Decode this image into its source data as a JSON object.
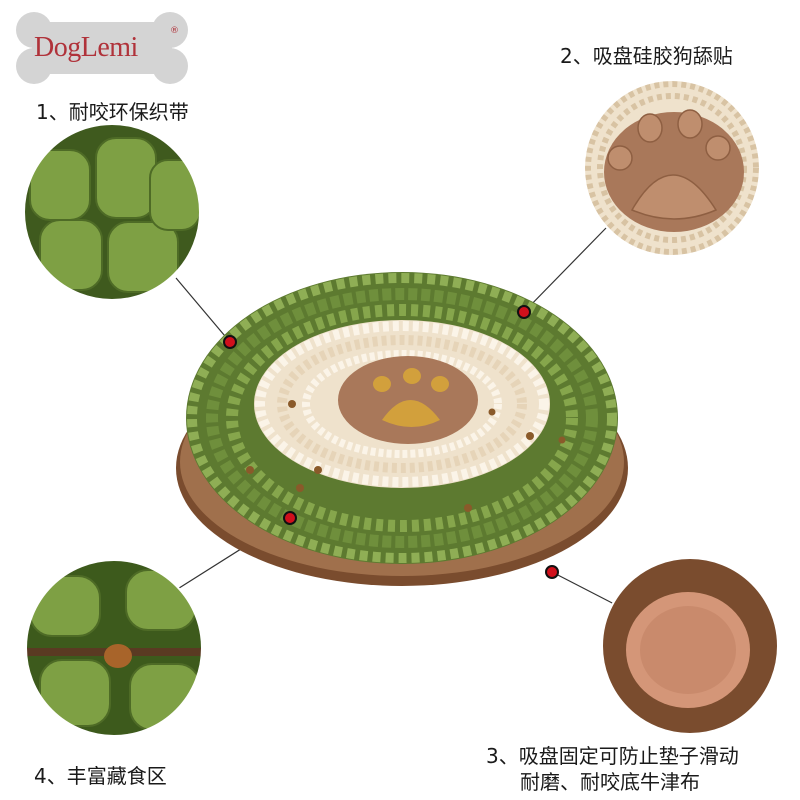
{
  "brand": {
    "logo_text": "DogLemi",
    "registered_mark": "®"
  },
  "features": [
    {
      "label": "1、耐咬环保织带"
    },
    {
      "label": "2、吸盘硅胶狗舔贴"
    },
    {
      "label_line1": "3、吸盘固定可防止垫子滑动",
      "label_line2": "耐磨、耐咬底牛津布"
    },
    {
      "label": "4、丰富藏食区"
    }
  ],
  "colors": {
    "fabric_green": "#6f8f3c",
    "fabric_cream": "#f3e8d6",
    "silicone_brown": "#a9785a",
    "paw_yellow": "#d2a03c",
    "base_brown": "#8a5a3a",
    "marker_red": "#d0101c",
    "logo_red": "#b0323a"
  },
  "icons": [
    "bone-logo-icon",
    "paw-print-icon",
    "marker-dot-icon",
    "suction-cup-icon"
  ]
}
